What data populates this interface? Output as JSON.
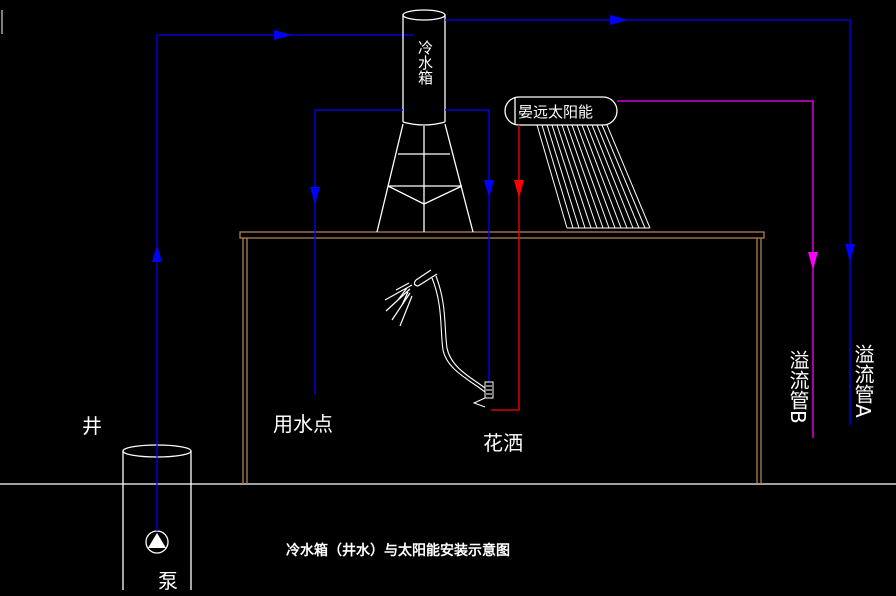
{
  "labels": {
    "tank": "冷水箱",
    "solar": "晏远太阳能",
    "well": "井",
    "pump": "泵",
    "use_point": "用水点",
    "shower": "花洒",
    "overflow_b": "溢流管B",
    "overflow_a": "溢流管A",
    "caption": "冷水箱（井水）与太阳能安装示意图"
  },
  "colors": {
    "background": "#000000",
    "structure": "#ffffff",
    "cold_water": "#0000ff",
    "hot_water": "#ff0000",
    "overflow_b": "#ff00ff",
    "overflow_a": "#0000ff",
    "house_frame": "#b08050"
  }
}
